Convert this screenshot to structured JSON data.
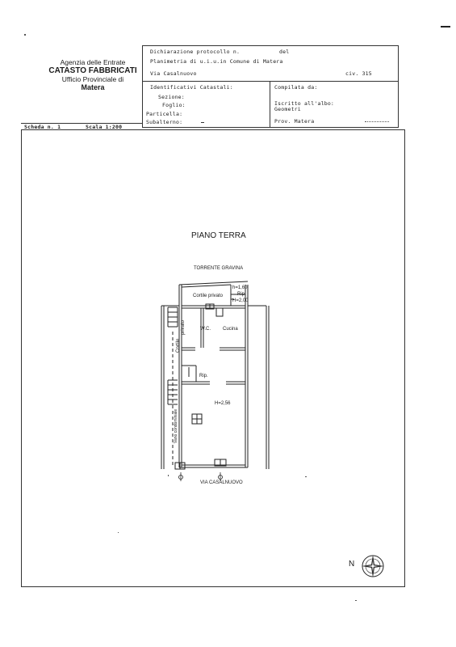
{
  "agency": {
    "line1": "Agenzia delle Entrate",
    "line2": "CATASTO FABBRICATI",
    "line3": "Ufficio Provinciale di",
    "line4": "Matera"
  },
  "header": {
    "dichiarazione": "Dichiarazione protocollo n.",
    "del": "del",
    "planimetria": "Planimetria di u.i.u.in Comune di Matera",
    "via": "Via Casalnuovo",
    "civ": "civ. 315",
    "identificativi": "Identificativi Catastali:",
    "sezione": "Sezione:",
    "foglio": "Foglio:",
    "particella": "Particella:",
    "subalterno": "Subalterno:",
    "compilata": "Compilata da:",
    "iscritto": "Iscritto all'albo:",
    "geometri": "Geometri",
    "prov": "Prov. Matera"
  },
  "scheda": {
    "scheda": "Scheda n. 1",
    "scala": "Scala 1:200"
  },
  "plan": {
    "title": "PIANO TERRA",
    "torrente": "TORRENTE GRAVINA",
    "h160": "h=1,60",
    "rip_top": "Rip.",
    "h200": "H=2,00",
    "cortile_privato": "Cortile privato",
    "cortile_vertical": "Cortile",
    "privato_vertical": "privato",
    "wc": "W.C.",
    "cucina": "Cucina",
    "rip_mid": "Rip.",
    "h256": "H=2,56",
    "vano": "Vano condominiale",
    "via_casalnuovo": "VIA CASALNUOVO",
    "north": "N"
  }
}
